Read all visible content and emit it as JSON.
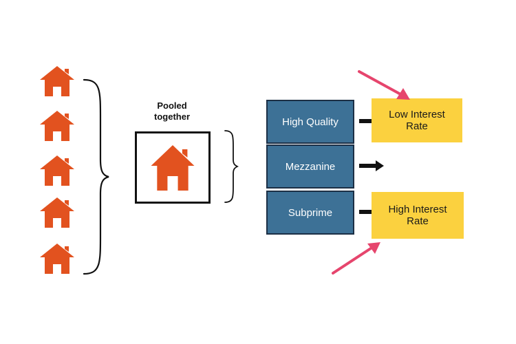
{
  "pool": {
    "label": "Pooled\ntogether"
  },
  "tranches": [
    {
      "label": "High Quality"
    },
    {
      "label": "Mezzanine"
    },
    {
      "label": "Subprime"
    }
  ],
  "rates": {
    "low": "Low Interest\nRate",
    "high": "High Interest\nRate"
  },
  "colors": {
    "house": "#e2521f",
    "tranche": "#3d7196",
    "rate_box": "#fbd13f",
    "highlight_arrow": "#e6456d",
    "flow_arrow": "#111111"
  },
  "icons": {
    "house": "house-icon",
    "flow_arrow": "arrow-right-icon",
    "highlight_arrow": "pointer-arrow-icon"
  }
}
